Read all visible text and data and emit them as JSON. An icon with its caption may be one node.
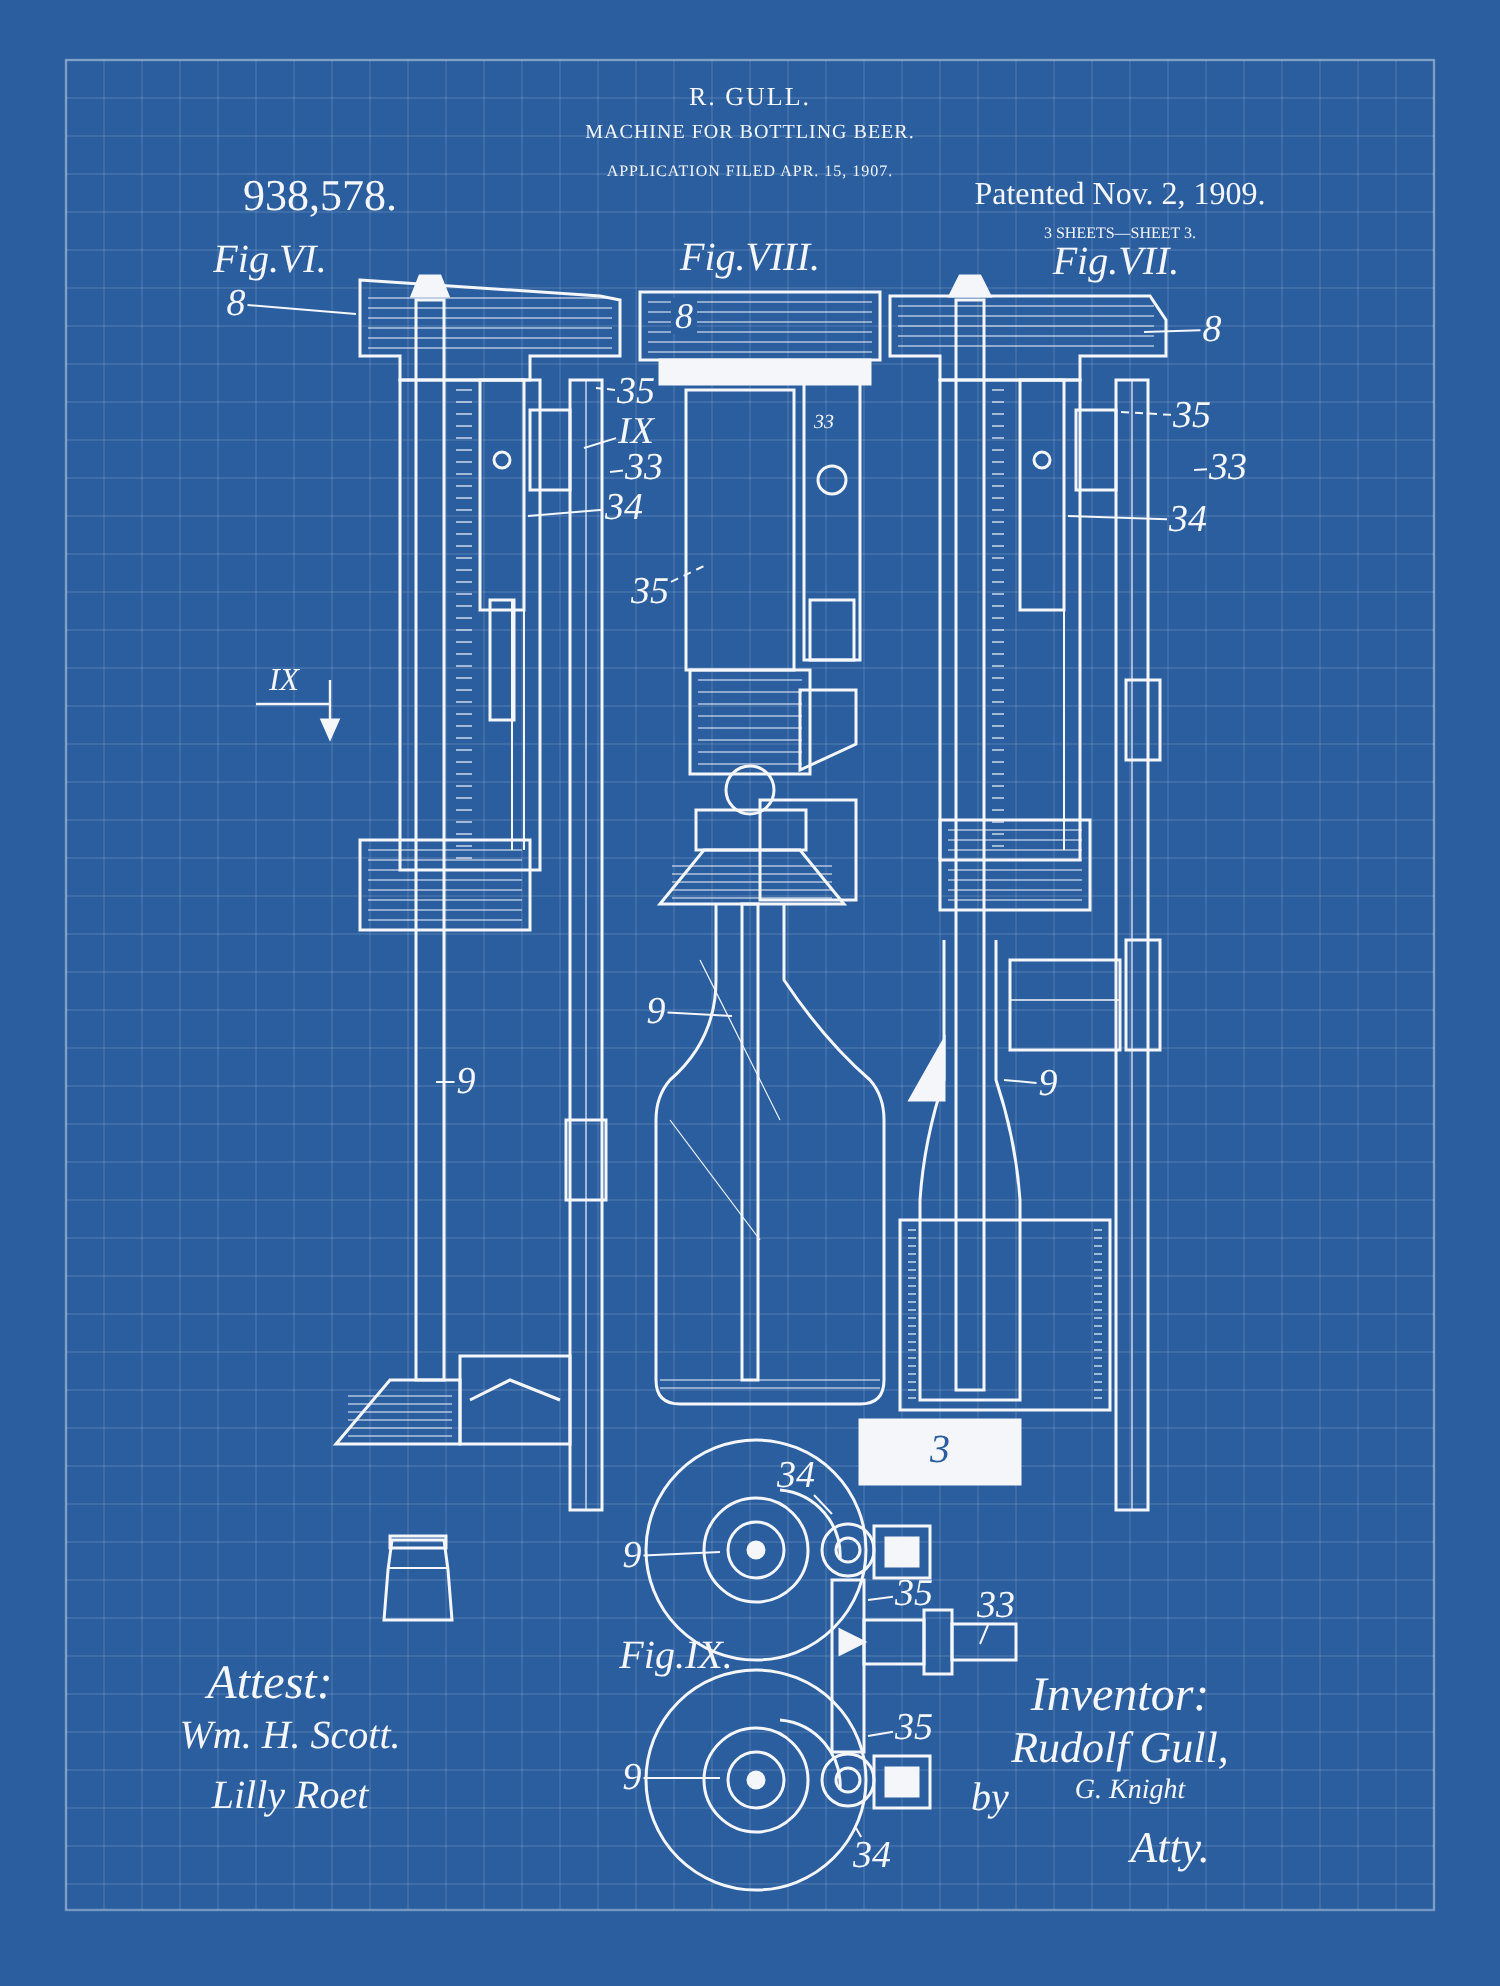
{
  "diagram": {
    "nodes": [
      {
        "text": [
          "8"
        ]
      },
      {
        "text": [
          "8"
        ]
      },
      {
        "text": [
          "35"
        ]
      },
      {
        "text": [
          "IX"
        ]
      },
      {
        "text": [
          "33"
        ]
      },
      {
        "text": [
          "34"
        ]
      },
      {
        "text": [
          "35"
        ]
      },
      {
        "text": [
          "33"
        ]
      },
      {
        "text": [
          "34"
        ]
      },
      {
        "text": [
          "35"
        ]
      },
      {
        "text": [
          "9"
        ]
      },
      {
        "text": [
          "9"
        ]
      },
      {
        "text": [
          "9"
        ]
      },
      {
        "text": [
          "34"
        ]
      },
      {
        "text": [
          "9"
        ]
      },
      {
        "text": [
          "35"
        ]
      },
      {
        "text": [
          "33"
        ]
      },
      {
        "text": [
          "35"
        ]
      },
      {
        "text": [
          "9"
        ]
      },
      {
        "text": [
          "34"
        ]
      }
    ],
    "edges": [
      {
        "from": 0,
        "to": null,
        "arrow": "none"
      },
      {
        "from": 1,
        "to": null,
        "arrow": "none"
      },
      {
        "from": 2,
        "to": null,
        "arrow": "none",
        "style": "dashed"
      },
      {
        "from": 3,
        "to": null,
        "arrow": "none"
      },
      {
        "from": 4,
        "to": null,
        "arrow": "none"
      },
      {
        "from": 5,
        "to": null,
        "arrow": "none"
      },
      {
        "from": 6,
        "to": null,
        "arrow": "none",
        "style": "dashed"
      },
      {
        "from": 7,
        "to": null,
        "arrow": "none"
      },
      {
        "from": 8,
        "to": null,
        "arrow": "none"
      },
      {
        "from": 9,
        "to": null,
        "arrow": "none",
        "style": "dashed"
      },
      {
        "from": 10,
        "to": null,
        "arrow": "none"
      },
      {
        "from": 11,
        "to": null,
        "arrow": "none"
      },
      {
        "from": 12,
        "to": null,
        "arrow": "none"
      },
      {
        "from": 13,
        "to": null,
        "arrow": "none"
      },
      {
        "from": 14,
        "to": null,
        "arrow": "none"
      },
      {
        "from": 15,
        "to": null,
        "arrow": "none"
      },
      {
        "from": 16,
        "to": null,
        "arrow": "none"
      },
      {
        "from": 17,
        "to": null,
        "arrow": "none"
      },
      {
        "from": 18,
        "to": null,
        "arrow": "none"
      },
      {
        "from": 19,
        "to": null,
        "arrow": "none"
      }
    ],
    "labels": [
      "R. GULL.",
      "MACHINE FOR BOTTLING BEER.",
      "APPLICATION FILED APR. 15, 1907.",
      "938,578.",
      "Patented Nov. 2, 1909.",
      "3 SHEETS—SHEET 3.",
      "Fig.VI.",
      "Fig.VIII.",
      "Fig.VII.",
      "8",
      "33",
      "IX",
      "3",
      "Fig.IX.",
      "Attest:",
      "Wm. H. Scott.",
      "Lilly Roet",
      "Inventor:",
      "Rudolf Gull,",
      "by",
      "G. Knight",
      "Atty."
    ]
  }
}
